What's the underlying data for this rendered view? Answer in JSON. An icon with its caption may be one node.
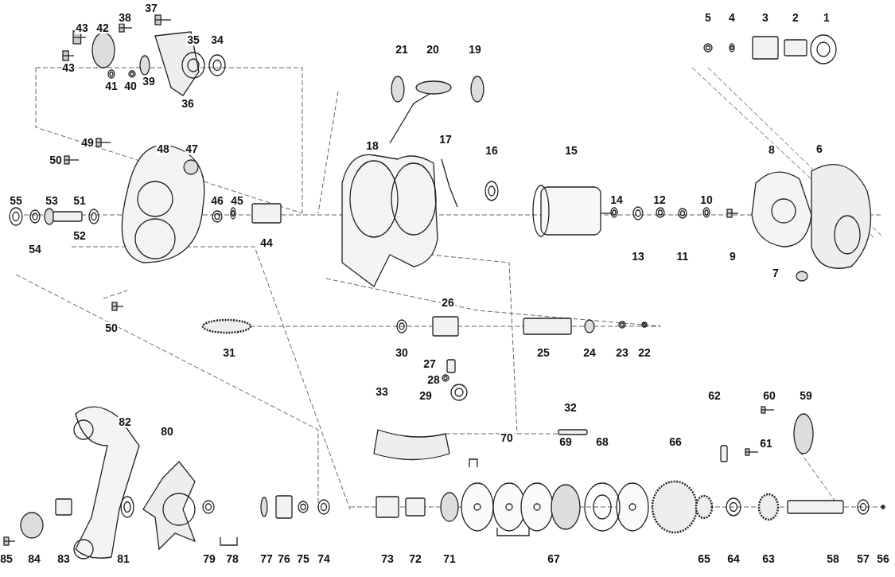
{
  "diagram": {
    "labels": [
      "37",
      "38",
      "43",
      "42",
      "35",
      "34",
      "21",
      "20",
      "19",
      "5",
      "4",
      "3",
      "2",
      "1",
      "43",
      "41",
      "40",
      "39",
      "36",
      "49",
      "17",
      "18",
      "48",
      "47",
      "16",
      "15",
      "8",
      "6",
      "50",
      "55",
      "53",
      "51",
      "46",
      "45",
      "14",
      "12",
      "10",
      "52",
      "54",
      "44",
      "13",
      "11",
      "9",
      "7",
      "26",
      "50",
      "31",
      "30",
      "25",
      "24",
      "23",
      "22",
      "27",
      "28",
      "33",
      "29",
      "62",
      "60",
      "59",
      "32",
      "82",
      "80",
      "70",
      "69",
      "68",
      "66",
      "61",
      "85",
      "84",
      "83",
      "81",
      "79",
      "78",
      "77",
      "76",
      "75",
      "74",
      "73",
      "72",
      "71",
      "67",
      "65",
      "64",
      "63",
      "58",
      "57",
      "56"
    ]
  }
}
